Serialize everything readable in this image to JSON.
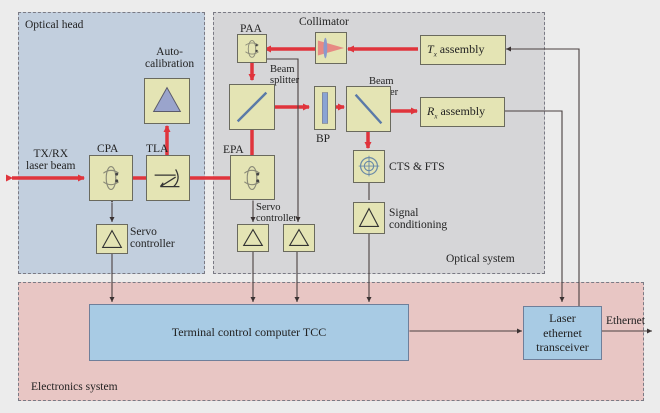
{
  "regions": {
    "optical_head": "Optical head",
    "optical_system": "Optical system",
    "electronics_system": "Electronics system"
  },
  "labels": {
    "auto_calibration": "Auto-\ncalibration",
    "txrx_beam": "TX/RX\nlaser beam",
    "cpa": "CPA",
    "tla": "TLA",
    "servo_controller_1": "Servo\ncontroller",
    "paa": "PAA",
    "collimator": "Collimator",
    "beam_splitter_1": "Beam\nsplitter",
    "beam_splitter_2": "Beam\nsplitter",
    "bp": "BP",
    "epa": "EPA",
    "servo_controller_2": "Servo\ncontroller",
    "cts_fts": "CTS & FTS",
    "signal_conditioning": "Signal\nconditioning",
    "ethernet": "Ethernet"
  },
  "assemblies": {
    "tx": {
      "letter": "T",
      "sub": "x",
      "rest": " assembly"
    },
    "rx": {
      "letter": "R",
      "sub": "x",
      "rest": " assembly"
    }
  },
  "blocks": {
    "tcc": "Terminal control computer TCC",
    "transceiver": "Laser\nethernet\ntransceiver"
  },
  "colors": {
    "beam": "#e0343c",
    "signal": "#4a4040",
    "optical_head_bg": "#c2cfde",
    "optical_system_bg": "#d6d6d8",
    "electronics_bg": "#e8c6c4",
    "component_bg": "#e4e4b4",
    "computer_bg": "#a8cbe4"
  }
}
